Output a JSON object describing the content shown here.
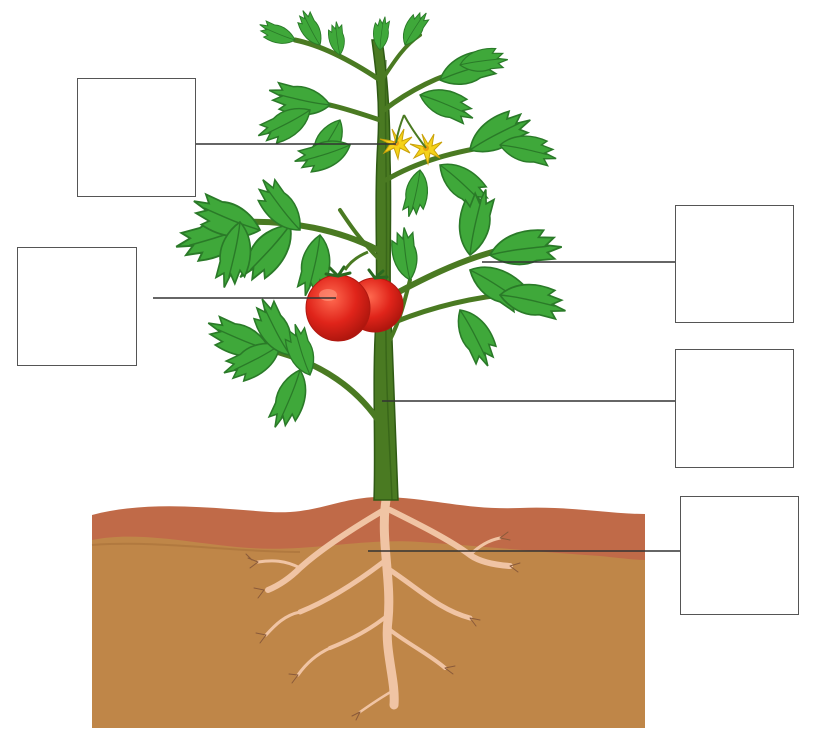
{
  "colors": {
    "background": "#ffffff",
    "soil_top": "#c06a48",
    "soil": "#bf8648",
    "soil_dark": "#a8713a",
    "stem": "#4a7a22",
    "stem_dark": "#2f5a14",
    "leaf": "#3fa83a",
    "leaf_dark": "#2a7a28",
    "leaf_light": "#6cc85a",
    "tomato": "#e0241a",
    "tomato_dark": "#b01810",
    "flower": "#f5d21a",
    "root": "#f0c4a4",
    "root_dark": "#d8a07c",
    "box_border": "#555555",
    "pointer_line": "#333333"
  },
  "labels": [
    {
      "part": "flower",
      "text": ""
    },
    {
      "part": "fruit",
      "text": ""
    },
    {
      "part": "leaf",
      "text": ""
    },
    {
      "part": "stem",
      "text": ""
    },
    {
      "part": "root",
      "text": ""
    }
  ]
}
